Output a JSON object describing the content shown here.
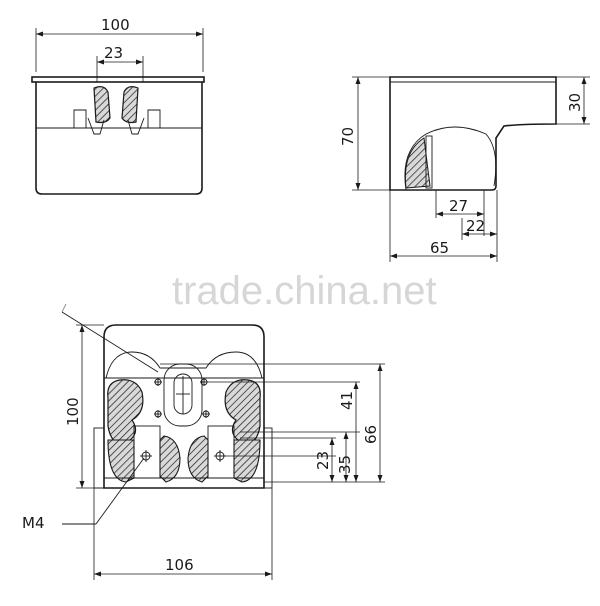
{
  "watermark": "trade.china.net",
  "views": {
    "front_top": {
      "width_label": "100",
      "slot_label": "23"
    },
    "side": {
      "height_label": "70",
      "top_label": "30",
      "inner_label": "27",
      "small_label": "22",
      "bottom_label": "65"
    },
    "bottom": {
      "height_label": "100",
      "dim41": "41",
      "dim66": "66",
      "dim23": "23",
      "dim35": "35",
      "thread_label": "M4",
      "width_label": "106"
    }
  }
}
